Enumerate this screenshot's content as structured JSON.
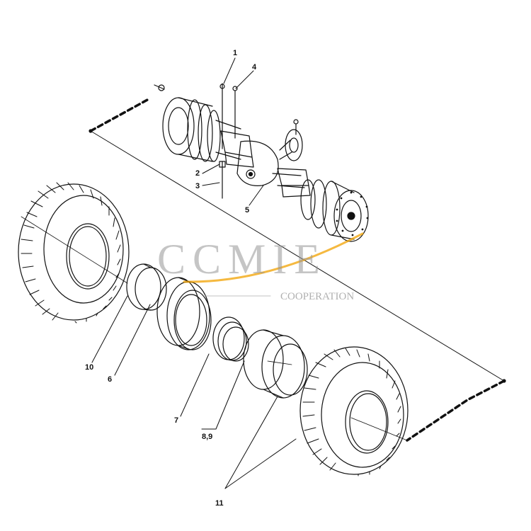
{
  "callouts": {
    "c1": "1",
    "c2": "2",
    "c3": "3",
    "c4": "4",
    "c5": "5",
    "c6": "6",
    "c7": "7",
    "c8_9": "8,9",
    "c10": "10",
    "c11": "11"
  },
  "watermark": {
    "main": "CCMIE",
    "sub": "COOPERATION",
    "accent_color": "#f2a100"
  },
  "colors": {
    "line": "#111111",
    "watermark": "#9a9a9a"
  }
}
